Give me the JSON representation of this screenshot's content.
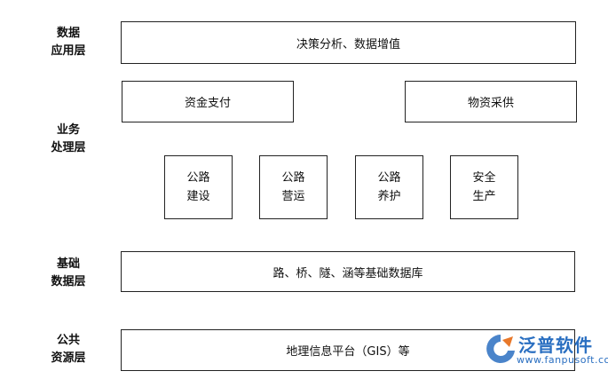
{
  "layers": {
    "app": "数据\n应用层",
    "business": "业务\n处理层",
    "base": "基础\n数据层",
    "public": "公共\n资源层"
  },
  "boxes": {
    "decision": "决策分析、数据增值",
    "funds": "资金支付",
    "materials": "物资采供",
    "road_build": [
      "公路",
      "建设"
    ],
    "road_operate": [
      "公路",
      "营运"
    ],
    "road_maintain": [
      "公路",
      "养护"
    ],
    "safety": [
      "安全",
      "生产"
    ],
    "database": "路、桥、隧、涵等基础数据库",
    "gis": "地理信息平台（GIS）等"
  },
  "watermark": {
    "brand": "泛普软件",
    "url": "www.fanpusoft.com",
    "icon": "fanpu-logo-icon",
    "color": "#2a6fc1"
  }
}
